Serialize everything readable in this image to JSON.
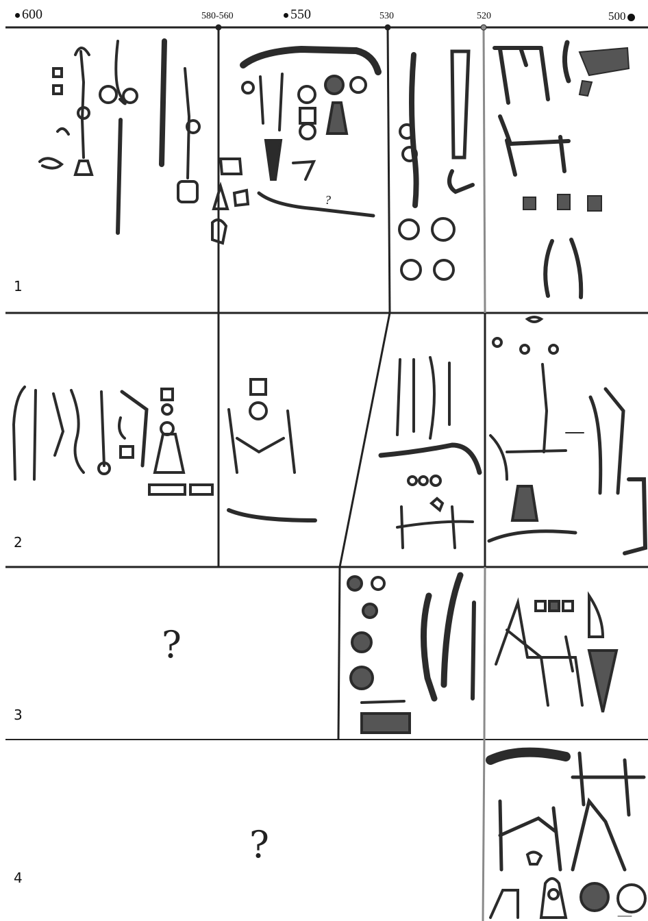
{
  "timeline": {
    "ticks": [
      {
        "label": "600",
        "marker": "dot"
      },
      {
        "label": "580-560",
        "marker": "none"
      },
      {
        "label": "550",
        "marker": "dot"
      },
      {
        "label": "530",
        "marker": "none"
      },
      {
        "label": "520",
        "marker": "none"
      },
      {
        "label": "500",
        "marker": "big-dot"
      }
    ]
  },
  "rows": [
    {
      "label": "1"
    },
    {
      "label": "2"
    },
    {
      "label": "3",
      "unknown": "?"
    },
    {
      "label": "4",
      "unknown": "?"
    }
  ],
  "annotations": {
    "uncertain_mark": "?"
  },
  "colors": {
    "line": "#222222",
    "divider_gray": "#8a8a8a",
    "artifact_dark": "#2b2b2b",
    "artifact_mid": "#555555"
  }
}
